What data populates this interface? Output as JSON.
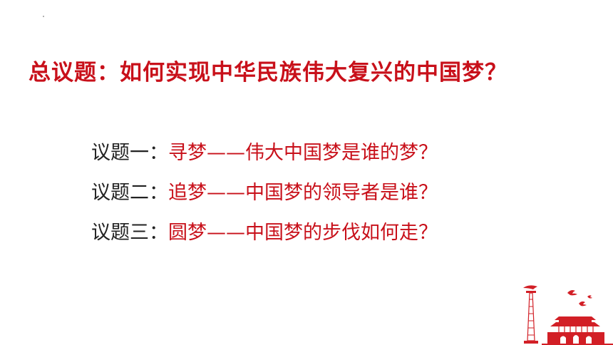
{
  "slide": {
    "main_title": "总议题：如何实现中华民族伟大复兴的中国梦？",
    "topics": [
      {
        "label": "议题一：",
        "text": "寻梦——伟大中国梦是谁的梦？"
      },
      {
        "label": "议题二：",
        "text": "追梦——中国梦的领导者是谁？"
      },
      {
        "label": "议题三：",
        "text": "圆梦——中国梦的步伐如何走？"
      }
    ]
  },
  "colors": {
    "accent_red": "#c8101a",
    "text_dark": "#222222",
    "background": "#ffffff"
  },
  "icons": {
    "decoration": "tiananmen-huabiao-doves-icon"
  }
}
